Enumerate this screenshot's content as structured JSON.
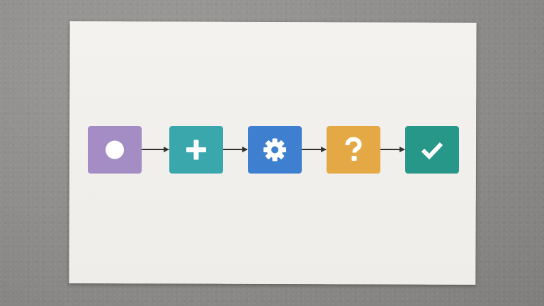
{
  "diagram": {
    "type": "linear-process-flow",
    "nodes": [
      {
        "id": "node1",
        "icon": "circle-icon",
        "color": "#a48cc4"
      },
      {
        "id": "node2",
        "icon": "plus-icon",
        "color": "#3aa7ad"
      },
      {
        "id": "node3",
        "icon": "gear-icon",
        "color": "#3f7fd0"
      },
      {
        "id": "node4",
        "icon": "question-icon",
        "color": "#e4a945"
      },
      {
        "id": "node5",
        "icon": "check-icon",
        "color": "#27978a"
      }
    ],
    "edges": [
      {
        "from": "node1",
        "to": "node2"
      },
      {
        "from": "node2",
        "to": "node3"
      },
      {
        "from": "node3",
        "to": "node4"
      },
      {
        "from": "node4",
        "to": "node5"
      }
    ],
    "colors": {
      "background": "#8d8c8a",
      "paper": "#f1efeb",
      "arrow": "#333333",
      "icon": "#ffffff"
    }
  }
}
